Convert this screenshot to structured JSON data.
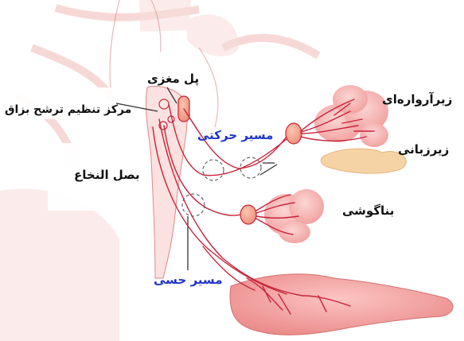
{
  "diagram": {
    "labels": {
      "pons": "پل مغزی",
      "salivary_center": "مرکز تنظیم ترشح بزاق",
      "medulla": "بصل النخاع",
      "motor_path": "مسیر حرکتی",
      "sensory_path": "مسیر حسی",
      "submandibular": "زیرآرواره‌ای",
      "sublingual": "زیرزبانی",
      "parotid": "بناگوشی"
    },
    "colors": {
      "label_dark": "#111111",
      "label_blue": "#1f35c9",
      "nerve": "#c8233a",
      "gland_fill": "#f6b6b4",
      "ganglion_fill": "#f4a58c",
      "tongue_fill": "#f2a6a6",
      "sublingual_fill": "#f5d3a4",
      "background_figure": "#f7d8d6"
    }
  }
}
